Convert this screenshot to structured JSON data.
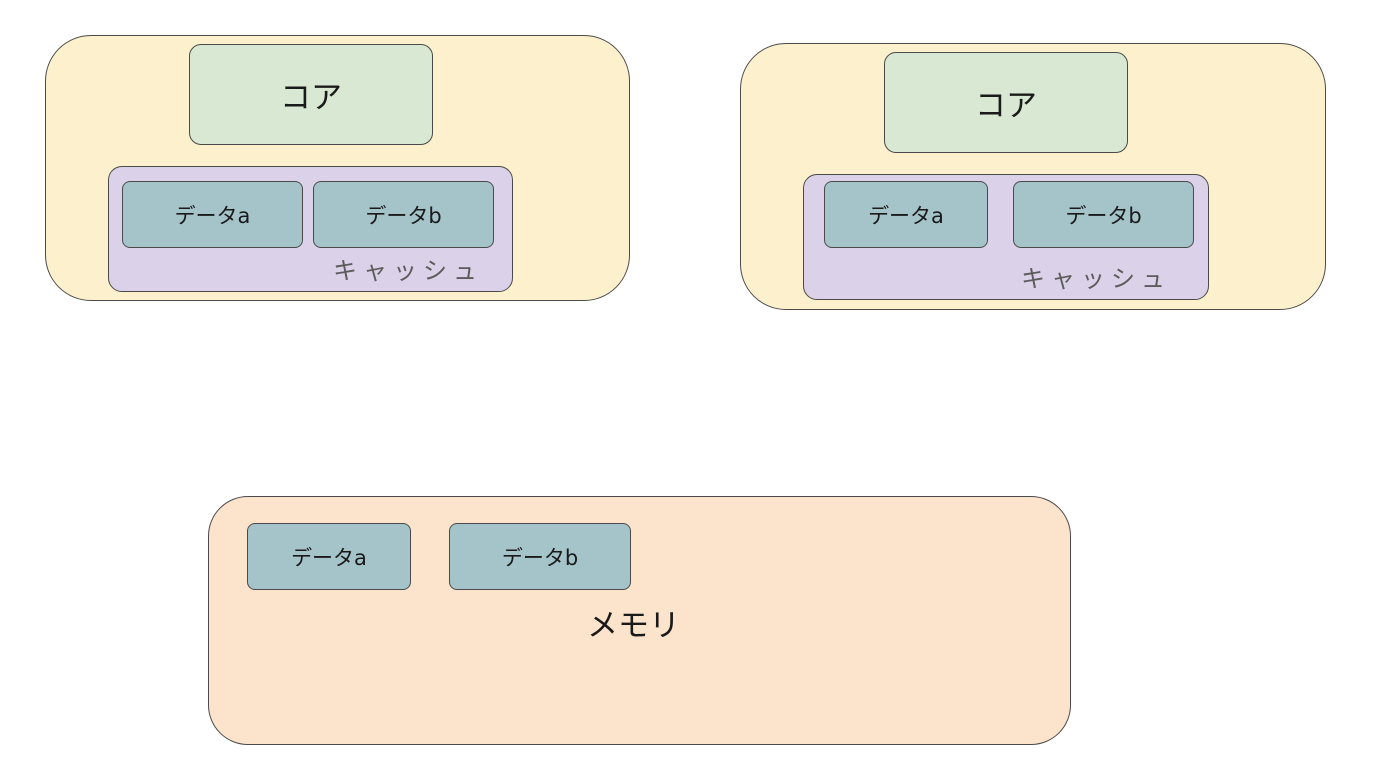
{
  "processors": [
    {
      "core_label": "コア",
      "cache_label": "キャッシュ",
      "data_items": [
        "データa",
        "データb"
      ]
    },
    {
      "core_label": "コア",
      "cache_label": "キャッシュ",
      "data_items": [
        "データa",
        "データb"
      ]
    }
  ],
  "memory": {
    "label": "メモリ",
    "data_items": [
      "データa",
      "データb"
    ]
  },
  "colors": {
    "processor_fill": "#fdf0cc",
    "core_fill": "#d8e8d2",
    "cache_fill": "#dbd2e9",
    "data_fill": "#a4c4c9",
    "memory_fill": "#fce4cc"
  }
}
